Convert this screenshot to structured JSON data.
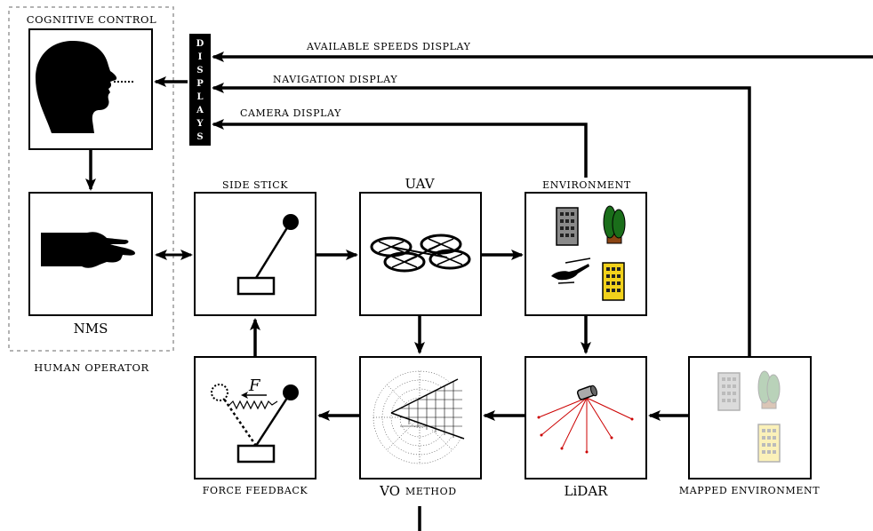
{
  "groups": {
    "cognitive_control": "COGNITIVE CONTROL",
    "human_operator": "HUMAN OPERATOR"
  },
  "displays": {
    "letters": [
      "D",
      "I",
      "S",
      "P",
      "L",
      "A",
      "Y",
      "S"
    ],
    "available_speeds": "AVAILABLE SPEEDS DISPLAY",
    "navigation": "NAVIGATION DISPLAY",
    "camera": "CAMERA DISPLAY"
  },
  "blocks": {
    "nms": "NMS",
    "side_stick": "SIDE STICK",
    "uav": "UAV",
    "environment": "ENVIRONMENT",
    "force_feedback": "FORCE FEEDBACK",
    "vo_method_prefix": "VO",
    "vo_method_suffix": "METHOD",
    "lidar": "LiDAR",
    "mapped_environment": "MAPPED ENVIRONMENT"
  },
  "force_symbol": "F",
  "colors": {
    "line": "#000000",
    "lidar_rays": "#cc0000",
    "building_gray": "#8a8a8a",
    "tree_green": "#1a6e1a",
    "building_yellow": "#f2d21b",
    "faded": "#d9d9d9",
    "group_border": "#9a9a9a"
  },
  "icons": [
    "head-silhouette-icon",
    "hand-icon",
    "side-stick-icon",
    "quadrotor-icon",
    "building-icon",
    "tree-icon",
    "helicopter-icon",
    "lidar-sensor-icon",
    "velocity-obstacle-icon"
  ]
}
